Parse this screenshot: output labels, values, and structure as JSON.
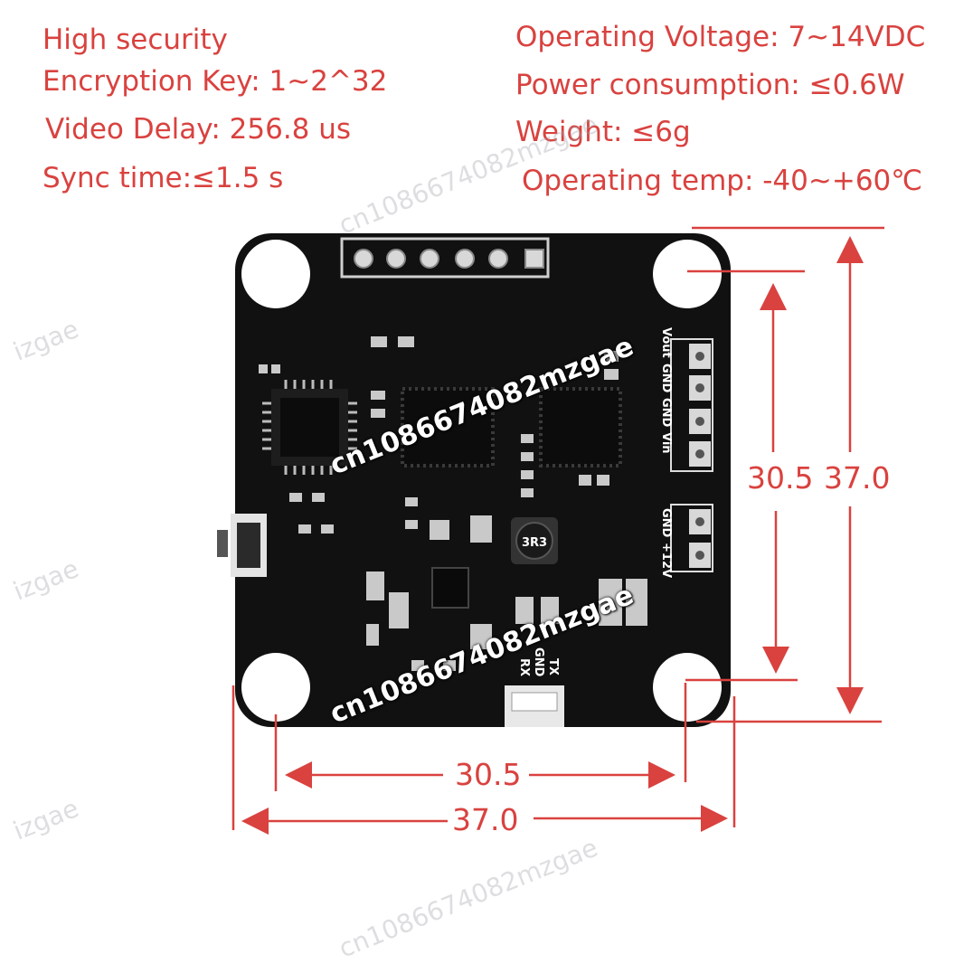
{
  "specs_left": [
    "High security",
    "Encryption Key: 1~2^32",
    "Video Delay: 256.8 us",
    "Sync time:≤1.5 s"
  ],
  "specs_right": [
    "Operating Voltage: 7~14VDC",
    "Power consumption: ≤0.6W",
    "Weight: ≤6g",
    "Operating temp: -40~+60℃"
  ],
  "dimensions": {
    "hole_spacing_horizontal": "30.5",
    "board_width": "37.0",
    "hole_spacing_vertical": "30.5",
    "board_height": "37.0"
  },
  "board_labels": {
    "pads_top": [
      "Vout",
      "GND",
      "GND",
      "Vin"
    ],
    "pads_power": [
      "GND",
      "+12V"
    ],
    "uart": [
      "TX",
      "GND",
      "RX"
    ],
    "inductor": "3R3"
  },
  "watermarks": {
    "store": "cn1086674082mzgae",
    "short": "izgae"
  },
  "colors": {
    "annotation_red": "#d9423f",
    "board_black": "#111111"
  }
}
